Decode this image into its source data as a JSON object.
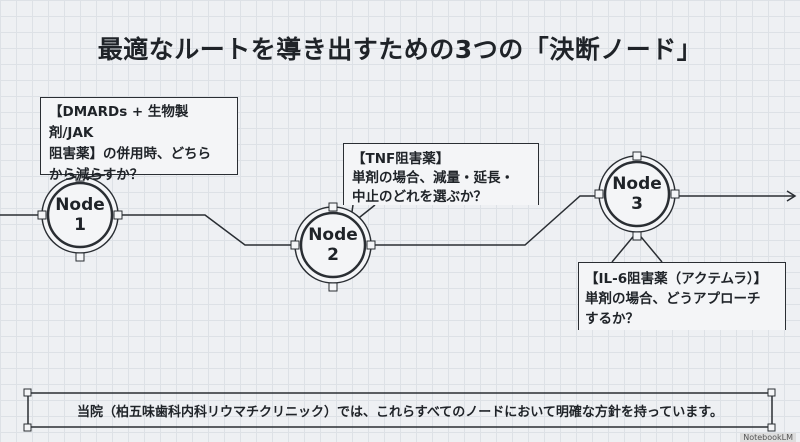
{
  "title": "最適なルートを導き出すための3つの「決断ノード」",
  "nodes": [
    {
      "label": "Node",
      "num": "1",
      "question": [
        "【DMARDs + 生物製剤/JAK",
        "阻害薬】の併用時、どちら",
        "から減らすか？"
      ]
    },
    {
      "label": "Node",
      "num": "2",
      "question": [
        "【TNF阻害薬】",
        "単剤の場合、減量・延長・",
        "中止のどれを選ぶか？"
      ]
    },
    {
      "label": "Node",
      "num": "3",
      "question": [
        "【IL-6阻害薬（アクテムラ）】",
        "単剤の場合、どうアプローチ",
        "するか？"
      ]
    }
  ],
  "footer": "当院（柏五味歯科内科リウマチクリニック）では、これらすべてのノードにおいて明確な方針を持っています。",
  "watermark": "NotebookLM"
}
